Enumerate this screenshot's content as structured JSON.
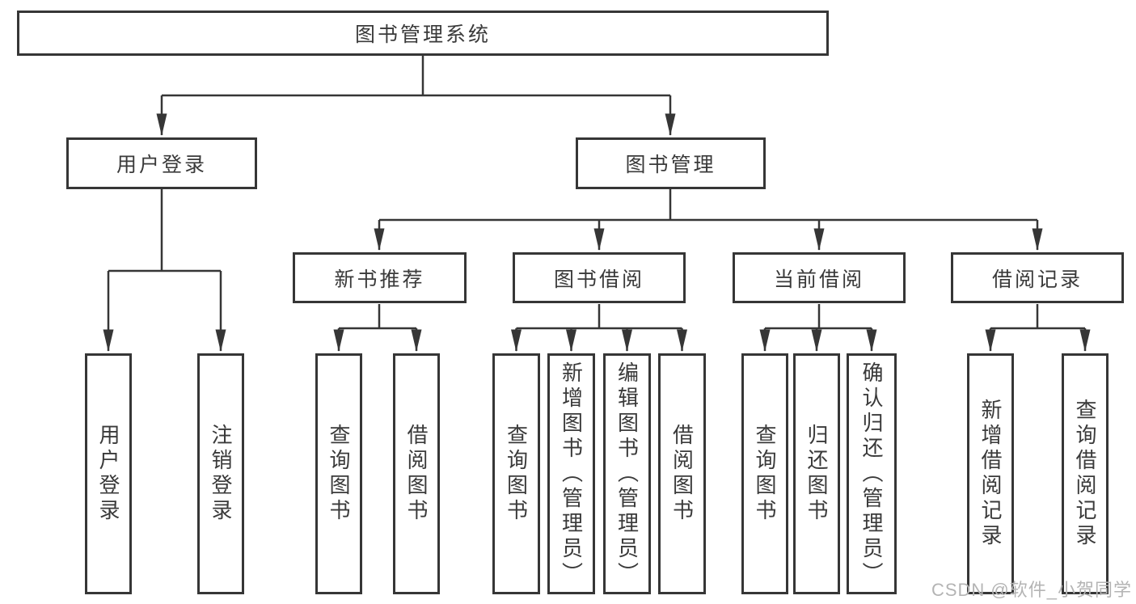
{
  "tree": {
    "root": "图书管理系统",
    "user_login": {
      "label": "用户登录",
      "children": [
        "用户登录",
        "注销登录"
      ]
    },
    "book_management": {
      "label": "图书管理",
      "sections": {
        "new_book_recommend": {
          "label": "新书推荐",
          "children": [
            "查询图书",
            "借阅图书"
          ]
        },
        "book_borrowing": {
          "label": "图书借阅",
          "children": [
            "查询图书",
            "新增图书（管理员）",
            "编辑图书（管理员）",
            "借阅图书"
          ]
        },
        "current_borrowing": {
          "label": "当前借阅",
          "children": [
            "查询图书",
            "归还图书",
            "确认归还（管理员）"
          ]
        },
        "borrowing_records": {
          "label": "借阅记录",
          "children": [
            "新增借阅记录",
            "查询借阅记录"
          ]
        }
      }
    }
  },
  "watermark": "CSDN @软件_小贺同学",
  "colors": {
    "line": "#363636",
    "box_border": "#363636",
    "text": "#3a3a3a",
    "watermark": "#b4b4b4",
    "background": "#ffffff"
  }
}
